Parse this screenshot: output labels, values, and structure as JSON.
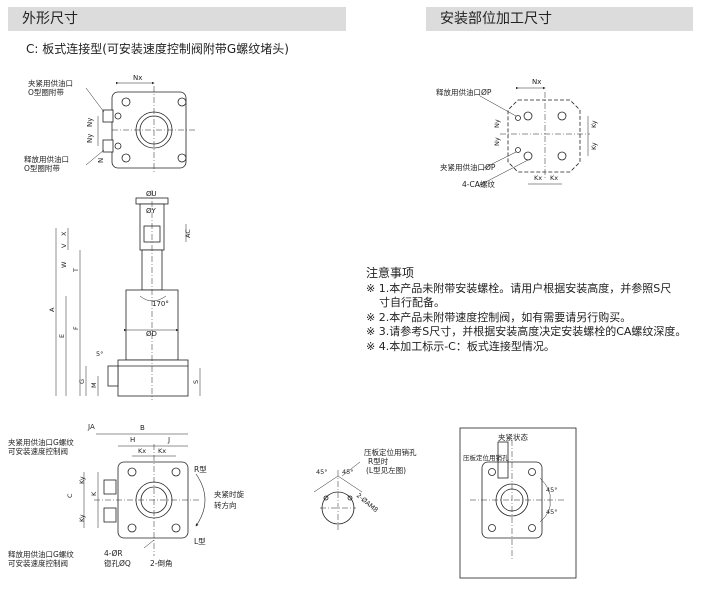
{
  "headers": {
    "left": "外形尺寸",
    "right": "安装部位加工尺寸"
  },
  "subtitle": "C: 板式连接型(可安装速度控制阀附带G螺纹堵头)",
  "notes": {
    "title": "注意事项",
    "items": [
      "※ 1.本产品未附带安装螺栓。请用户根据安装高度，并参照S尺",
      "寸自行配备。",
      "※ 2.本产品未附带速度控制阀，如有需要请另行购买。",
      "※ 3.请参考S尺寸，并根据安装高度决定安装螺栓的CA螺纹深度。",
      "※ 4.本加工标示-C：板式连接型情况。"
    ]
  },
  "fig_top": {
    "label_clamp_oil": "夹紧用供油口",
    "label_clamp_oring": "O型圈附带",
    "label_release_oil": "释放用供油口",
    "label_release_oring": "O型圈附带",
    "dim_nx": "Nx",
    "dim_ny1": "Ny",
    "dim_ny2": "Ny",
    "dim_n": "N"
  },
  "fig_side": {
    "dim_u": "ØU",
    "dim_y": "ØY",
    "dim_ac": "AC",
    "dim_x": "X",
    "dim_v": "V",
    "dim_w": "W",
    "dim_t": "T",
    "dim_a": "A",
    "dim_f": "F",
    "dim_e": "E",
    "dim_g": "G",
    "dim_m": "M",
    "dim_s": "S",
    "dim_d": "ØD",
    "dim_angle": "170°",
    "dim_small": "5°"
  },
  "fig_mount": {
    "label_release": "释放用供油口ØP",
    "label_clamp": "夹紧用供油口ØP",
    "label_ca": "4-CA螺纹",
    "dim_nx": "Nx",
    "dim_ky1": "Ky",
    "dim_ky2": "Ky",
    "dim_kx1": "Kx",
    "dim_kx2": "Kx",
    "dim_ny1": "Ny",
    "dim_ny2": "Ny"
  },
  "fig_bottom": {
    "label_clamp_g": "夹紧用供油口G螺纹",
    "label_speed1": "可安装速度控制阀",
    "label_release_g": "释放用供油口G螺纹",
    "label_speed2": "可安装速度控制阀",
    "dim_ja": "JA",
    "dim_b": "B",
    "dim_h": "H",
    "dim_j": "J",
    "dim_kx1": "Kx",
    "dim_kx2": "Kx",
    "dim_c": "C",
    "dim_k": "K",
    "dim_ky1": "Ky",
    "dim_ky2": "Ky",
    "dim_hole": "4-ØR",
    "dim_hole2": "锪孔ØQ",
    "dim_chamfer": "2-倒角",
    "dim_r": "R型",
    "dim_l": "L型",
    "dim_turn1": "夹紧时旋",
    "dim_turn2": "转方向"
  },
  "fig_pin": {
    "label1": "压板定位用销孔",
    "label2": "R型时",
    "label3": "(L型见左图)",
    "dim_45a": "45°",
    "dim_45b": "45°",
    "dim_hole": "2-ØAM8"
  },
  "fig_clamp": {
    "title": "夹紧状态",
    "label": "压板定位用销孔",
    "dim_45a": "45°",
    "dim_45b": "45°"
  }
}
